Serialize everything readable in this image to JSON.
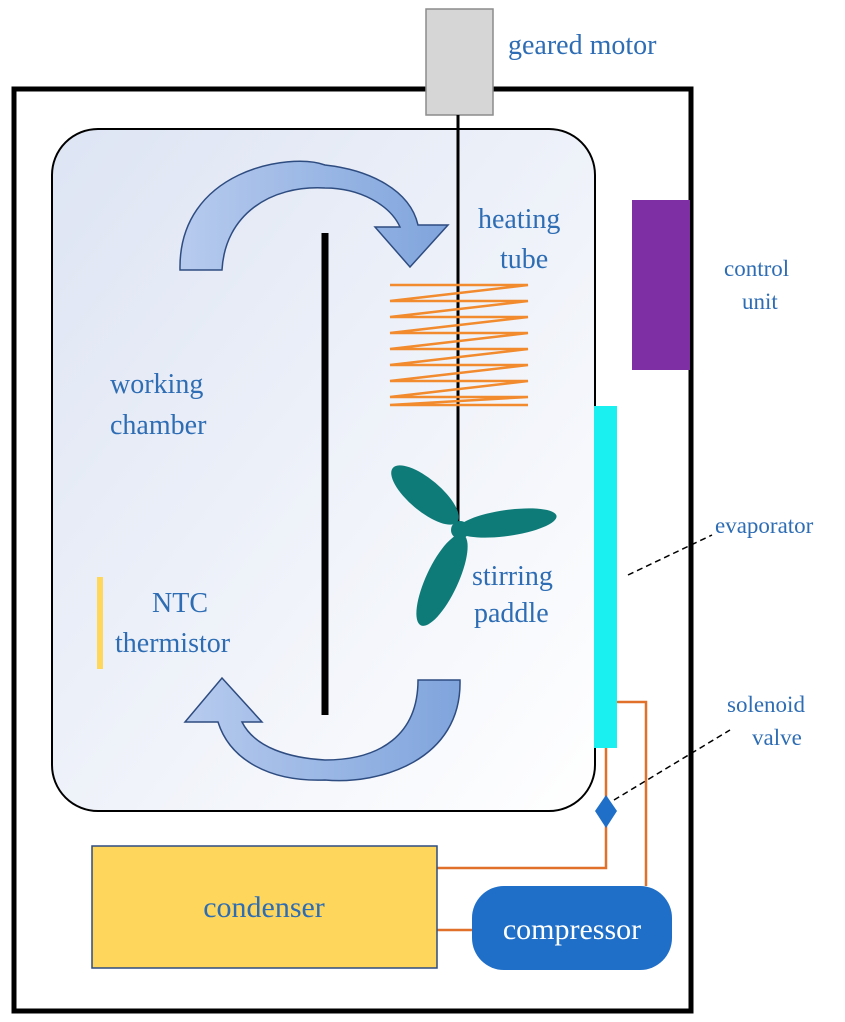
{
  "labels": {
    "geared_motor": "geared motor",
    "heating_tube_1": "heating",
    "heating_tube_2": "tube",
    "control_unit_1": "control",
    "control_unit_2": "unit",
    "working_chamber_1": "working",
    "working_chamber_2": "chamber",
    "evaporator": "evaporator",
    "stirring_paddle_1": "stirring",
    "stirring_paddle_2": "paddle",
    "ntc_thermistor_1": "NTC",
    "ntc_thermistor_2": "thermistor",
    "solenoid_valve_1": "solenoid",
    "solenoid_valve_2": "valve",
    "condenser": "condenser",
    "compressor": "compressor"
  },
  "colors": {
    "label_text": "#2e6db4",
    "control_unit": "#7e2fa3",
    "evaporator": "#1af0f0",
    "heating_coil": "#f28a2e",
    "paddle": "#0f7b78",
    "ntc_thermistor": "#ffd75a",
    "condenser_fill": "#ffd65c",
    "compressor_fill": "#1f6fc8",
    "pipe": "#e0702a",
    "motor_fill": "#d6d6d6",
    "airflow_arrow": "#8aacdc"
  },
  "heating_coil_zigzags": 7
}
